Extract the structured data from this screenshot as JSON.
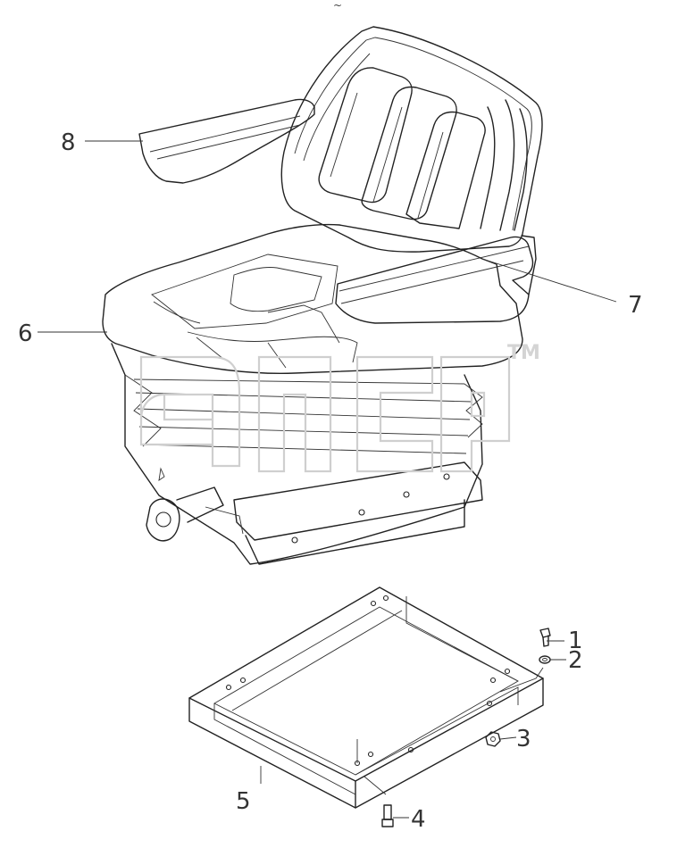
{
  "diagram": {
    "callouts": [
      {
        "id": "1",
        "label": "1"
      },
      {
        "id": "2",
        "label": "2"
      },
      {
        "id": "3",
        "label": "3"
      },
      {
        "id": "4",
        "label": "4"
      },
      {
        "id": "5",
        "label": "5"
      },
      {
        "id": "6",
        "label": "6"
      },
      {
        "id": "7",
        "label": "7"
      },
      {
        "id": "8",
        "label": "8"
      }
    ],
    "top_mark": "~",
    "watermark_trademark": "TM"
  },
  "colors": {
    "line": "#222222",
    "watermark": "#cfcfcf",
    "background": "#ffffff"
  }
}
